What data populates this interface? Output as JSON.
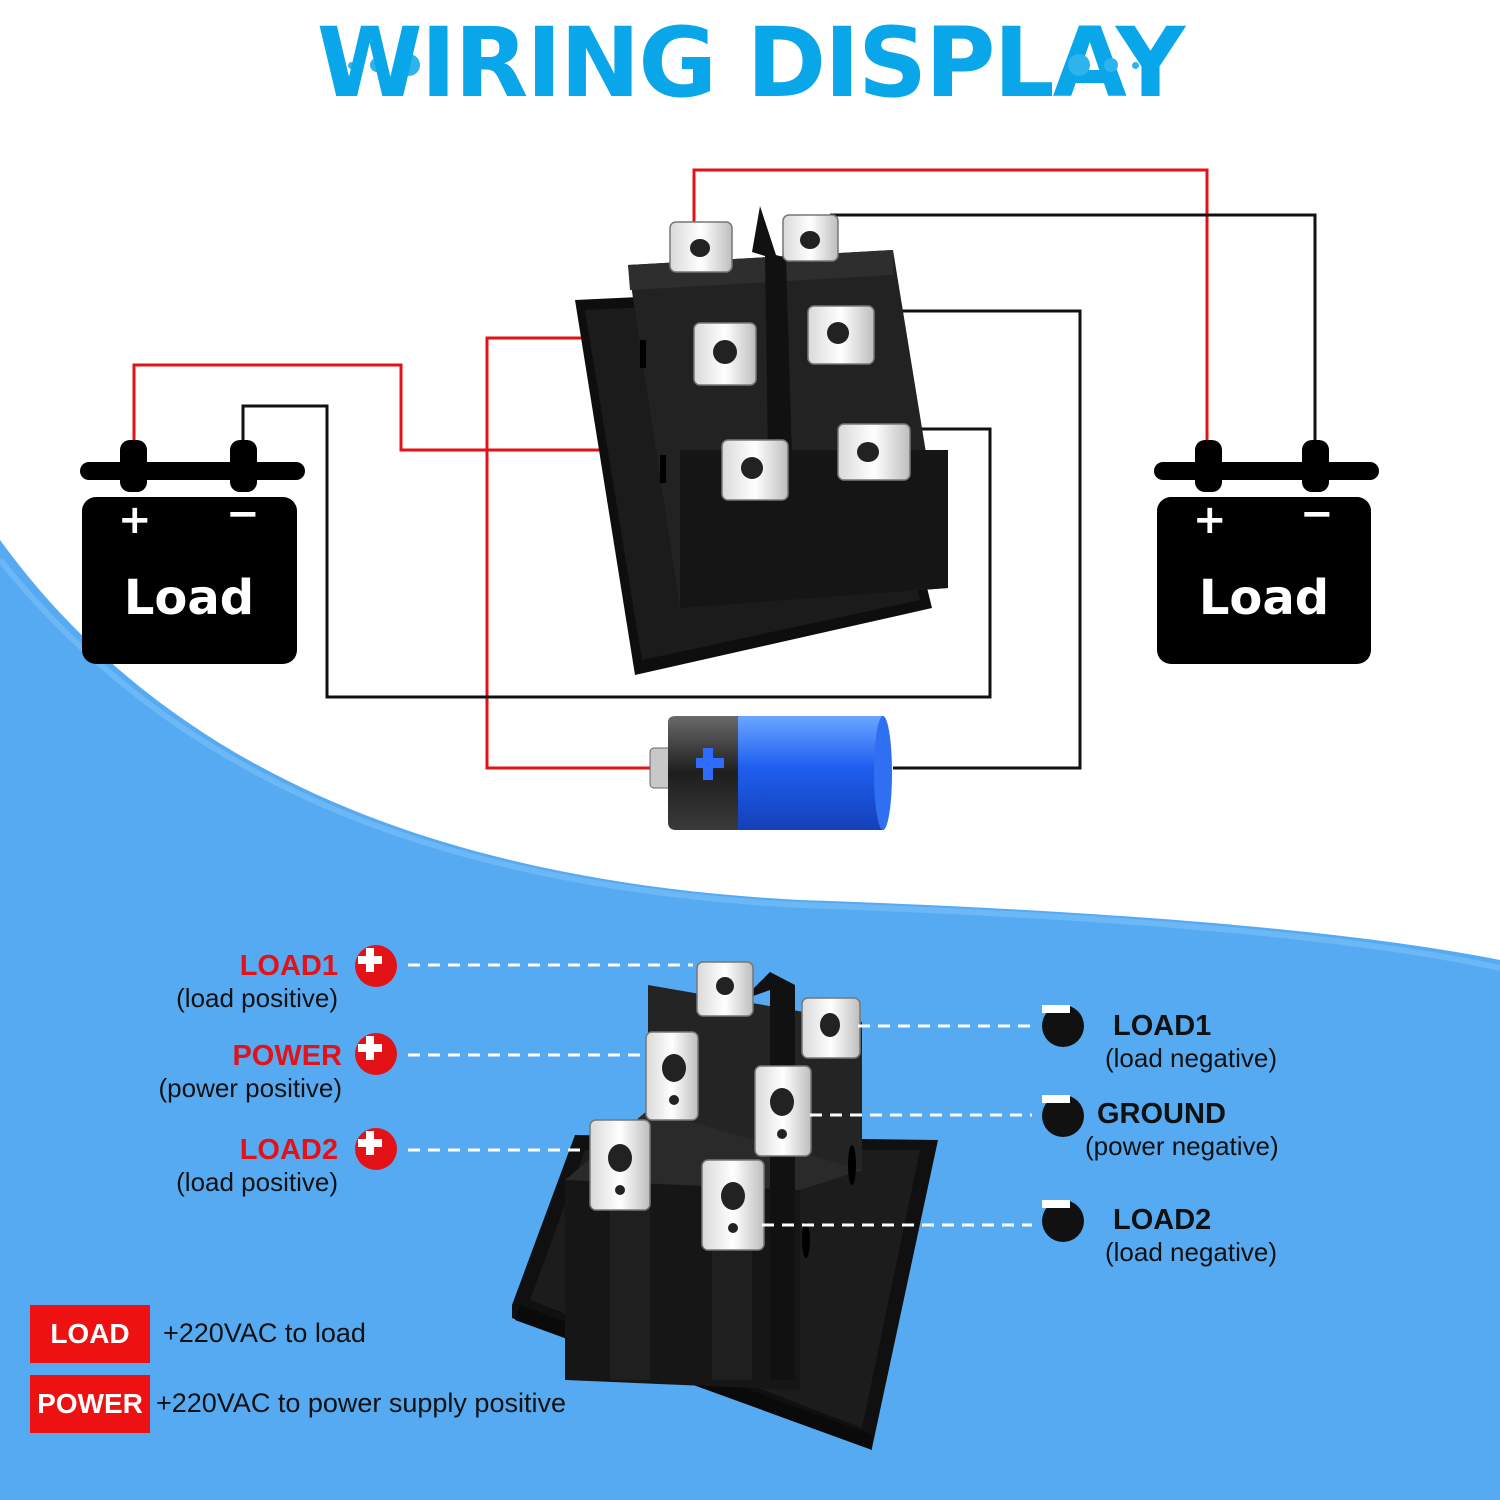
{
  "title": "WIRING DISPLAY",
  "top_diagram": {
    "load_left": {
      "label": "Load",
      "plus": "+",
      "minus": "−"
    },
    "load_right": {
      "label": "Load",
      "plus": "+",
      "minus": "−"
    }
  },
  "terminals_left": [
    {
      "name": "LOAD1",
      "desc": "(load positive)"
    },
    {
      "name": "POWER",
      "desc": "(power positive)"
    },
    {
      "name": "LOAD2",
      "desc": "(load positive)"
    }
  ],
  "terminals_right": [
    {
      "name": "LOAD1",
      "desc": "(load negative)"
    },
    {
      "name": "GROUND",
      "desc": "(power negative)"
    },
    {
      "name": "LOAD2",
      "desc": "(load negative)"
    }
  ],
  "legend": [
    {
      "tag": "LOAD",
      "text": "+220VAC to load"
    },
    {
      "tag": "POWER",
      "text": "+220VAC to power supply positive"
    }
  ],
  "colors": {
    "title": "#0aa6ea",
    "wire_positive": "#e31217",
    "wire_negative": "#111111",
    "background_blue": "#55aaf2",
    "battery_blue": "#1f5ef0"
  }
}
